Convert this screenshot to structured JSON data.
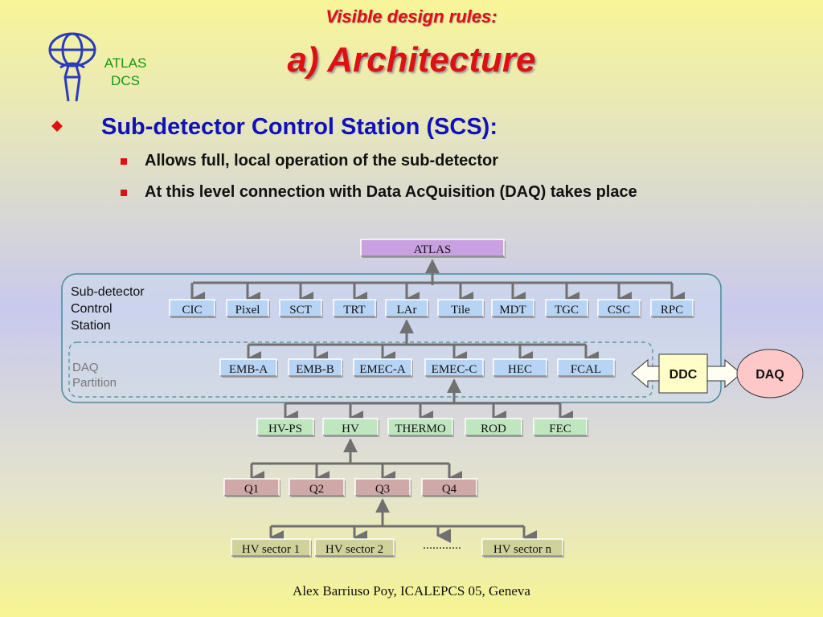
{
  "header": {
    "logo_text_line1": "ATLAS",
    "logo_text_line2": "DCS",
    "title_line1": "Visible design rules:",
    "title_line2": "a) Architecture"
  },
  "content": {
    "main_bullet": "Sub-detector Control Station (SCS):",
    "sub_bullets": [
      "Allows full, local operation of the sub-detector",
      "At this level connection with Data AcQuisition (DAQ) takes place"
    ]
  },
  "diagram": {
    "root": "ATLAS",
    "scs_label": [
      "Sub-detector",
      "Control",
      "Station"
    ],
    "daq_partition_label": [
      "DAQ",
      "Partition"
    ],
    "subdetectors": [
      "CIC",
      "Pixel",
      "SCT",
      "TRT",
      "LAr",
      "Tile",
      "MDT",
      "TGC",
      "CSC",
      "RPC"
    ],
    "lar_partitions": [
      "EMB-A",
      "EMB-B",
      "EMEC-A",
      "EMEC-C",
      "HEC",
      "FCAL"
    ],
    "emec_c_children": [
      "HV-PS",
      "HV",
      "THERMO",
      "ROD",
      "FEC"
    ],
    "hv_children": [
      "Q1",
      "Q2",
      "Q3",
      "Q4"
    ],
    "q3_children": [
      "HV sector 1",
      "HV sector 2",
      "HV sector n"
    ],
    "ellipsis": "............",
    "ddc": "DDC",
    "daq": "DAQ",
    "colors": {
      "root_fill": "#c9a0e0",
      "subdetector_fill": "#b8d4f4",
      "hv_level_fill": "#bfe6bf",
      "q_fill": "#cfa8a8",
      "sector_fill": "#cfd39a",
      "daq_fill": "#ffc8c8",
      "ddc_fill": "#fffec8",
      "connector": "#707070",
      "box_outline": "#4a8a9a"
    }
  },
  "footer": "Alex Barriuso Poy, ICALEPCS 05, Geneva"
}
